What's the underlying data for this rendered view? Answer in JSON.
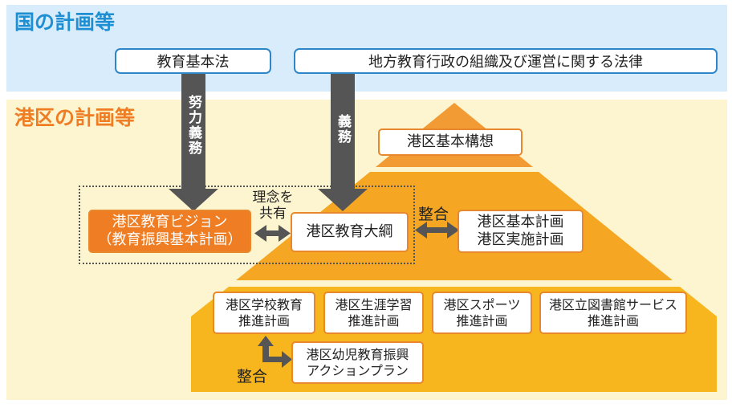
{
  "national": {
    "title": "国の計画等",
    "laws": [
      "教育基本法",
      "地方教育行政の組織及び運営に関する法律"
    ]
  },
  "minato": {
    "title": "港区の計画等",
    "arrow_label_left": "努力義務",
    "arrow_label_right": "義務",
    "basic_concept": "港区基本構想",
    "vision": {
      "line1": "港区教育ビジョン",
      "line2": "（教育振興基本計画）"
    },
    "share_label_line1": "理念を",
    "share_label_line2": "共有",
    "outline": "港区教育大綱",
    "align_label": "整合",
    "basic_plan": {
      "line1": "港区基本計画",
      "line2": "港区実施計画"
    },
    "sub_plans": [
      {
        "line1": "港区学校教育",
        "line2": "推進計画"
      },
      {
        "line1": "港区生涯学習",
        "line2": "推進計画"
      },
      {
        "line1": "港区スポーツ",
        "line2": "推進計画"
      },
      {
        "line1": "港区立図書館サービス",
        "line2": "推進計画"
      }
    ],
    "early_childhood": {
      "line1": "港区幼児教育振興",
      "line2": "アクションプラン"
    },
    "align_label_bottom": "整合"
  },
  "colors": {
    "national_band": "#d8ecfb",
    "national_accent": "#1f8fd3",
    "minato_band": "#fdf5cf",
    "minato_accent": "#ef7d23",
    "pyramid_top": "#f29a34",
    "pyramid_middle": "#f5a623",
    "pyramid_bottom": "#f8b61e",
    "arrow_gray": "#555555"
  }
}
